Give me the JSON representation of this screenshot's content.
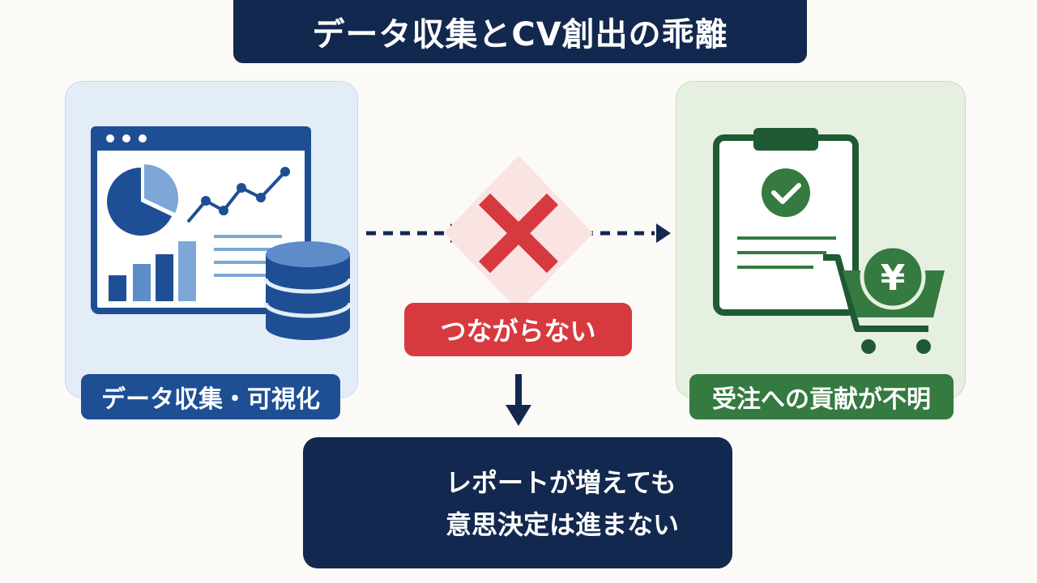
{
  "title": "データ収集とCV創出の乖離",
  "left_panel": {
    "label": "データ収集・可視化"
  },
  "center": {
    "label": "つながらない"
  },
  "right_panel": {
    "label": "受注への貢献が不明",
    "currency_symbol": "¥"
  },
  "bottom": {
    "line1": "レポートが増えても",
    "line2": "意思決定は進まない"
  },
  "colors": {
    "navy": "#13284f",
    "blue": "#1e4f94",
    "green": "#357a40",
    "red": "#d63a3f"
  }
}
